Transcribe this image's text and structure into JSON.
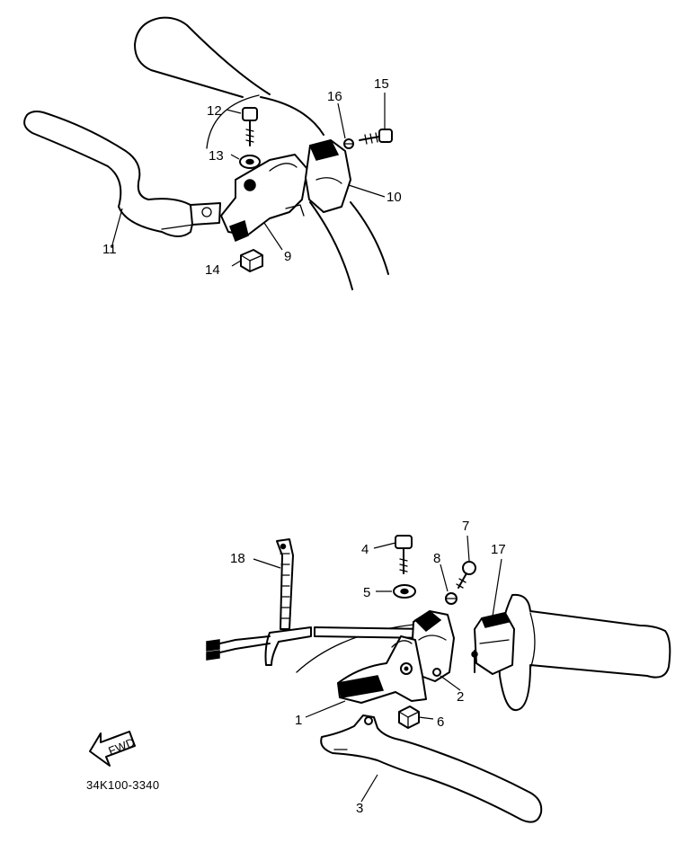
{
  "callouts": {
    "c1": "1",
    "c2": "2",
    "c3": "3",
    "c4": "4",
    "c5": "5",
    "c6": "6",
    "c7": "7",
    "c8": "8",
    "c9": "9",
    "c10": "10",
    "c11": "11",
    "c12": "12",
    "c13": "13",
    "c14": "14",
    "c15": "15",
    "c16": "16",
    "c17": "17",
    "c18": "18"
  },
  "fwd_label": "FWD",
  "diagram_code": "34K100-3340"
}
